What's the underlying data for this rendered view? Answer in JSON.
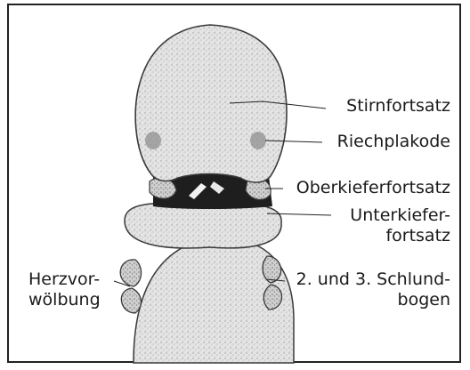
{
  "labels": {
    "stirnfortsatz": "Stirnfortsatz",
    "riechplakode": "Riechplakode",
    "oberkieferfortsatz": "Oberkieferfortsatz",
    "unterkiefer_line1": "Unterkiefer-",
    "unterkiefer_line2": "fortsatz",
    "herz_line1": "Herzvor-",
    "herz_line2": "wölbung",
    "schlund_line1": "2. und 3. Schlund-",
    "schlund_line2": "bogen"
  },
  "colors": {
    "frame": "#222222",
    "outline": "#3a3a3a",
    "tissue": "#d9d9d9",
    "cavity": "#1e1e1e",
    "text": "#1a1a1a"
  }
}
